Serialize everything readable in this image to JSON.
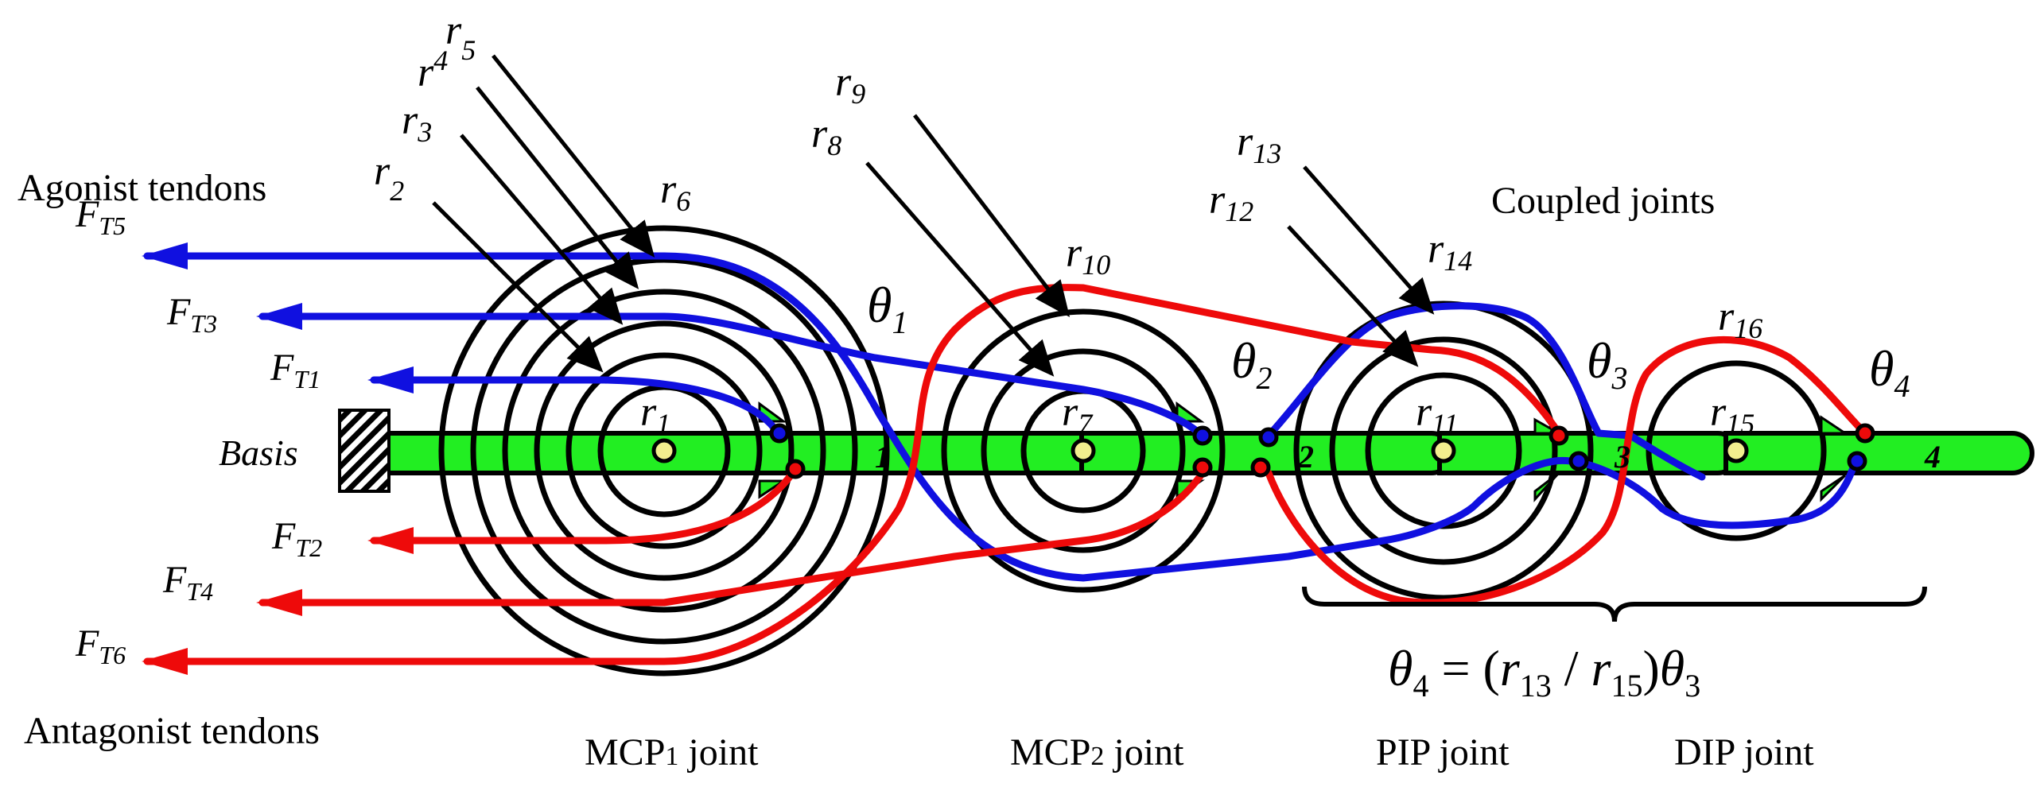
{
  "colors": {
    "agonist": "#1010e0",
    "antagonist": "#ee0a0a",
    "finger": "#22ee22",
    "pulley": "#000000",
    "pin": "#f2ee8e"
  },
  "labels": {
    "agonist_tendons": "Agonist tendons",
    "antagonist_tendons": "Antagonist tendons",
    "coupled_joints": "Coupled joints",
    "basis": "Basis",
    "mcp1_joint": "MCP",
    "mcp1_sub": "1",
    "mcp1_suffix": " joint",
    "mcp2_joint": "MCP",
    "mcp2_sub": "2",
    "mcp2_suffix": " joint",
    "pip_joint": "PIP joint",
    "dip_joint": "DIP joint"
  },
  "segments": [
    "1",
    "2",
    "3",
    "4"
  ],
  "forces": [
    {
      "sym": "F",
      "sub": "T5"
    },
    {
      "sym": "F",
      "sub": "T3"
    },
    {
      "sym": "F",
      "sub": "T1"
    },
    {
      "sym": "F",
      "sub": "T2"
    },
    {
      "sym": "F",
      "sub": "T4"
    },
    {
      "sym": "F",
      "sub": "T6"
    }
  ],
  "radii": [
    {
      "sym": "r",
      "sub": "1"
    },
    {
      "sym": "r",
      "sub": "2"
    },
    {
      "sym": "r",
      "sub": "3"
    },
    {
      "sym": "r",
      "sub": "4"
    },
    {
      "sym": "r",
      "sub": "5"
    },
    {
      "sym": "r",
      "sub": "6"
    },
    {
      "sym": "r",
      "sub": "7"
    },
    {
      "sym": "r",
      "sub": "8"
    },
    {
      "sym": "r",
      "sub": "9"
    },
    {
      "sym": "r",
      "sub": "10"
    },
    {
      "sym": "r",
      "sub": "11"
    },
    {
      "sym": "r",
      "sub": "12"
    },
    {
      "sym": "r",
      "sub": "13"
    },
    {
      "sym": "r",
      "sub": "14"
    },
    {
      "sym": "r",
      "sub": "15"
    },
    {
      "sym": "r",
      "sub": "16"
    }
  ],
  "angles": [
    {
      "sym": "θ",
      "sub": "1"
    },
    {
      "sym": "θ",
      "sub": "2"
    },
    {
      "sym": "θ",
      "sub": "3"
    },
    {
      "sym": "θ",
      "sub": "4"
    }
  ],
  "equation": {
    "lhs_sym": "θ",
    "lhs_sub": "4",
    "eq": " = (",
    "num_sym": "r",
    "num_sub": "13",
    "div": " / ",
    "den_sym": "r",
    "den_sub": "15",
    "close": ")",
    "rhs_sym": "θ",
    "rhs_sub": "3"
  }
}
